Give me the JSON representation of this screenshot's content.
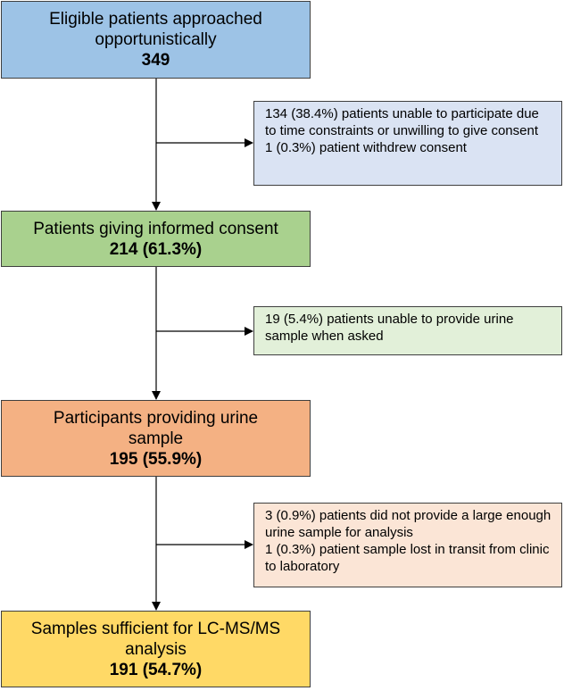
{
  "flow": {
    "approached": {
      "lines": [
        "Eligible patients approached",
        "opportunistically"
      ],
      "count": "349",
      "color": "#9dc3e6"
    },
    "excluded_consent": {
      "lines": [
        "134 (38.4%) patients unable to participate due to time constraints or unwilling to give consent",
        "1 (0.3%) patient withdrew consent"
      ],
      "color": "#dae3f3"
    },
    "consented": {
      "lines": [
        "Patients giving informed consent"
      ],
      "count": "214 (61.3%)",
      "color": "#a9d18e"
    },
    "excluded_sample": {
      "lines": [
        "19 (5.4%) patients unable to provide urine sample when asked"
      ],
      "color": "#e2f0d9"
    },
    "provided_sample": {
      "lines": [
        "Participants providing urine",
        "sample"
      ],
      "count": "195 (55.9%)",
      "color": "#f4b183"
    },
    "excluded_analysis": {
      "lines": [
        "3 (0.9%) patients did not provide a large enough urine sample for analysis",
        "1 (0.3%) patient sample lost in transit from clinic to laboratory"
      ],
      "color": "#fbe5d6"
    },
    "sufficient": {
      "lines": [
        "Samples sufficient for LC-MS/MS",
        "analysis"
      ],
      "count": "191 (54.7%)",
      "color": "#ffd966"
    }
  }
}
